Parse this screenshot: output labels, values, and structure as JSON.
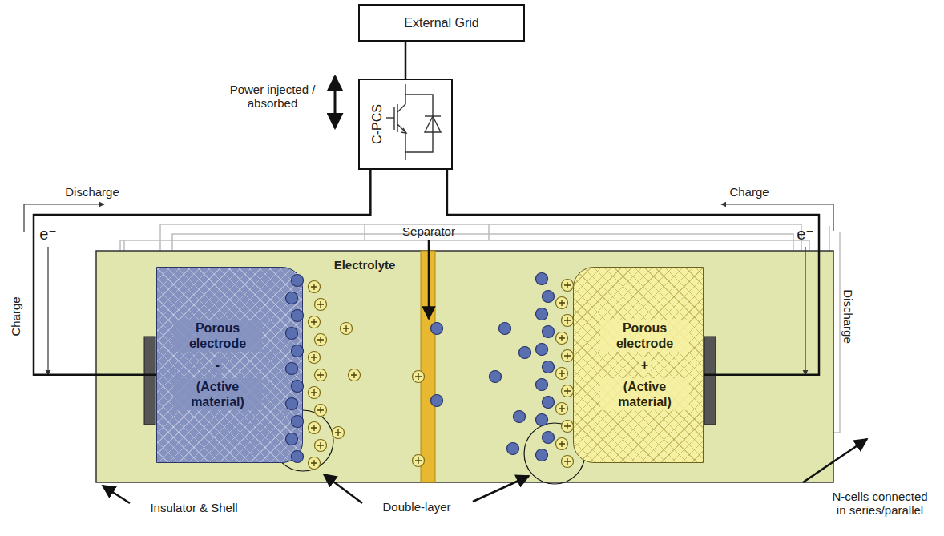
{
  "diagram": {
    "nodes": [
      {
        "text": [
          "External Grid"
        ]
      },
      {
        "text": [
          "C-PCS"
        ]
      },
      {
        "text": [
          "Porous electrode",
          "-",
          "(Active material)"
        ]
      },
      {
        "text": [
          "Porous electrode",
          "+",
          "(Active material)"
        ]
      }
    ],
    "edges": [
      {
        "from": 0,
        "to": 1,
        "arrow": "none"
      },
      {
        "from": 1,
        "to": 2,
        "arrow": "none"
      },
      {
        "from": 1,
        "to": 3,
        "arrow": "none"
      }
    ],
    "labels": [
      "Power injected / absorbed",
      "Discharge",
      "Charge",
      "e⁻",
      "e⁻",
      "Charge",
      "Discharge",
      "Separator",
      "Electrolyte",
      "Insulator & Shell",
      "Double-layer",
      "N-cells connected in series/parallel"
    ]
  }
}
